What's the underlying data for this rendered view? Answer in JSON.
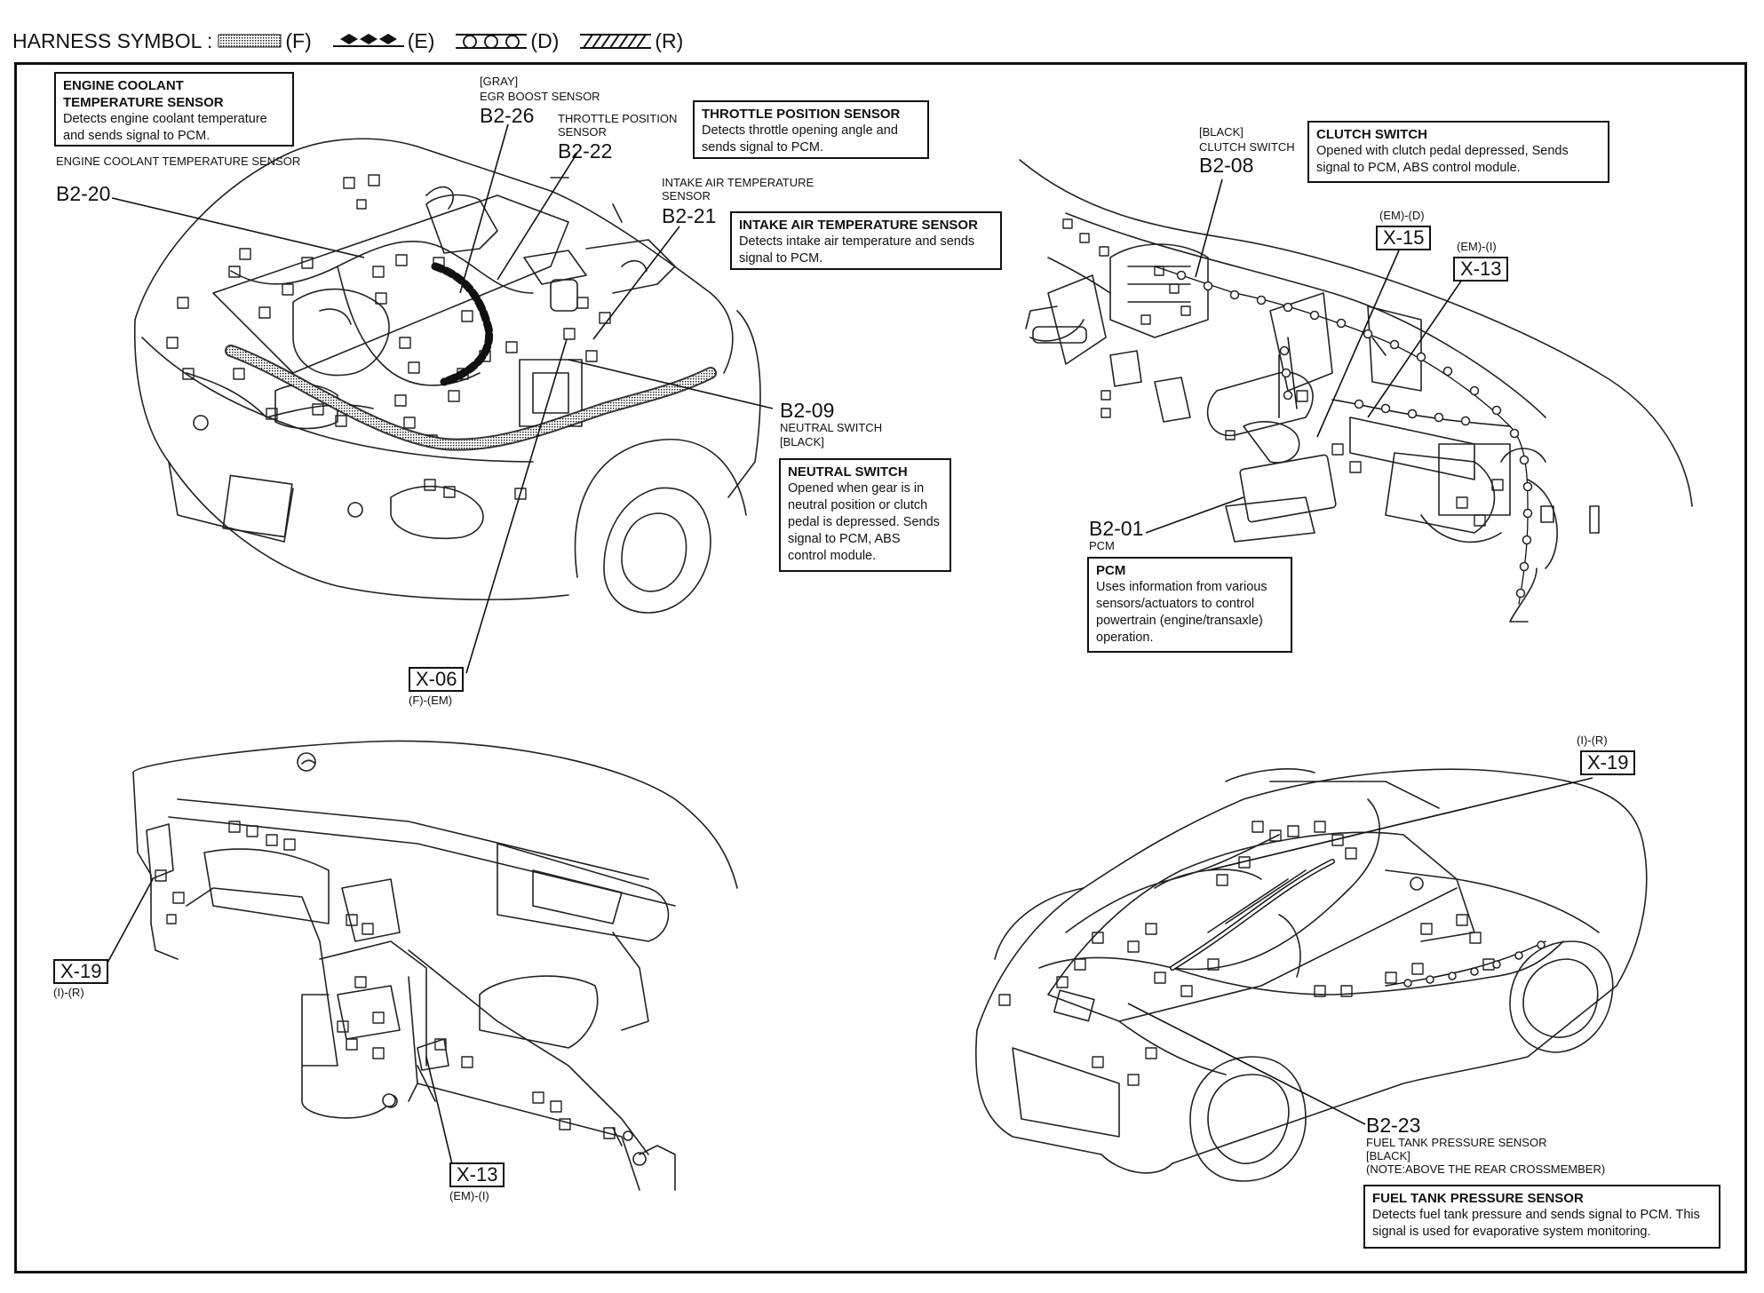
{
  "legend": {
    "title": "HARNESS SYMBOL :",
    "f": "(F)",
    "e": "(E)",
    "d": "(D)",
    "r": "(R)"
  },
  "boxes": {
    "ect": {
      "title": "ENGINE COOLANT TEMPERATURE SENSOR",
      "body": "Detects engine coolant temperature and sends signal to PCM."
    },
    "tps": {
      "title": "THROTTLE POSITION SENSOR",
      "body": "Detects throttle opening angle and sends signal to PCM."
    },
    "iat": {
      "title": "INTAKE AIR TEMPERATURE SENSOR",
      "body": "Detects intake air temperature and sends signal to PCM."
    },
    "clutch": {
      "title": "CLUTCH SWITCH",
      "body": "Opened with clutch pedal depressed, Sends signal to PCM, ABS control module."
    },
    "neutral": {
      "title": "NEUTRAL SWITCH",
      "body": "Opened when gear is in neutral position or clutch pedal is depressed. Sends signal to PCM, ABS control module."
    },
    "pcm": {
      "title": "PCM",
      "body": "Uses information from various sensors/actuators to control powertrain (engine/transaxle) operation."
    },
    "ftp": {
      "title": "FUEL TANK PRESSURE SENSOR",
      "body": "Detects fuel tank pressure and sends signal to PCM. This signal is used for evaporative system monitoring."
    }
  },
  "connectors": {
    "b2_20": {
      "code": "B2-20",
      "label": "ENGINE COOLANT TEMPERATURE SENSOR"
    },
    "b2_26": {
      "code": "B2-26",
      "color": "[GRAY]",
      "label": "EGR BOOST SENSOR"
    },
    "b2_22": {
      "code": "B2-22",
      "label": "THROTTLE POSITION SENSOR"
    },
    "b2_21": {
      "code": "B2-21",
      "label": "INTAKE AIR TEMPERATURE SENSOR"
    },
    "b2_09": {
      "code": "B2-09",
      "label": "NEUTRAL SWITCH",
      "color": "[BLACK]"
    },
    "b2_08": {
      "code": "B2-08",
      "color": "[BLACK]",
      "label": "CLUTCH SWITCH"
    },
    "b2_01": {
      "code": "B2-01",
      "label": "PCM"
    },
    "b2_23": {
      "code": "B2-23",
      "label": "FUEL TANK PRESSURE SENSOR",
      "color": "[BLACK]",
      "note": "(NOTE:ABOVE THE REAR CROSSMEMBER)"
    },
    "x06": {
      "code": "X-06",
      "harness": "(F)-(EM)"
    },
    "x15": {
      "code": "X-15",
      "harness": "(EM)-(D)"
    },
    "x13_top": {
      "code": "X-13",
      "harness": "(EM)-(I)"
    },
    "x19_left": {
      "code": "X-19",
      "harness": "(I)-(R)"
    },
    "x13_bottom": {
      "code": "X-13",
      "harness": "(EM)-(I)"
    },
    "x19_right": {
      "code": "X-19",
      "harness": "(I)-(R)"
    }
  }
}
